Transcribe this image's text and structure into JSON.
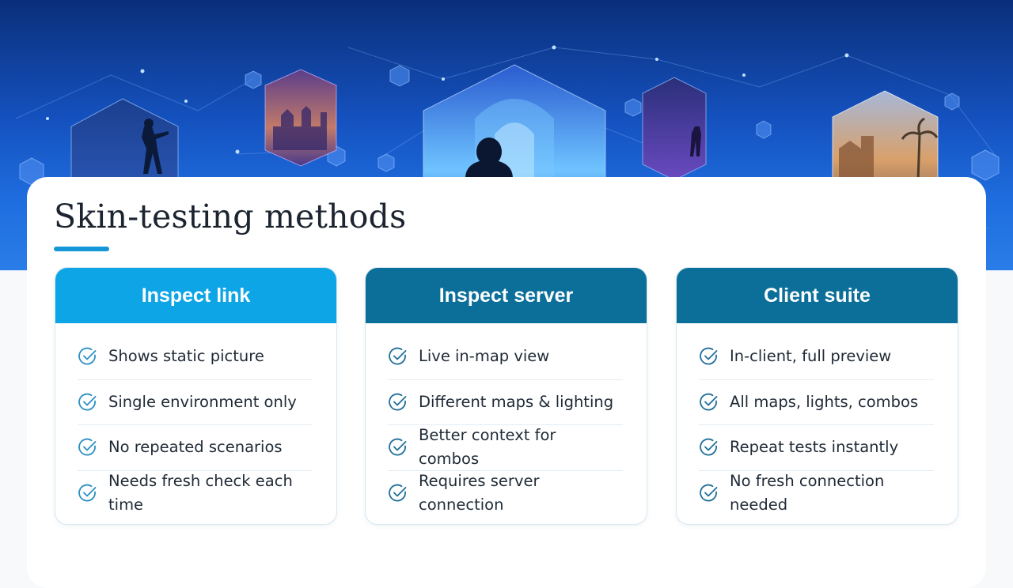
{
  "slide": {
    "title": "Skin-testing methods"
  },
  "cards": [
    {
      "heading": "Inspect link",
      "header_color": "#0ea5e6",
      "items": [
        "Shows static picture",
        "Single environment only",
        "No repeated scenarios",
        "Needs fresh check each time"
      ]
    },
    {
      "heading": "Inspect server",
      "header_color": "#0b6f9a",
      "items": [
        "Live in-map view",
        "Different maps & lighting",
        "Better context for combos",
        "Requires server connection"
      ]
    },
    {
      "heading": "Client suite",
      "header_color": "#0b6f9a",
      "items": [
        "In-client, full preview",
        "All maps, lights, combos",
        "Repeat tests instantly",
        "No fresh connection needed"
      ]
    }
  ],
  "colors": {
    "accent": "#1596d6",
    "check": "#2a8fc4"
  },
  "hero_illustration": {
    "icons": [
      "hexagon-scene-soldier",
      "hexagon-scene-city",
      "hexagon-scene-archway",
      "hexagon-scene-alley",
      "hexagon-scene-palms"
    ]
  }
}
